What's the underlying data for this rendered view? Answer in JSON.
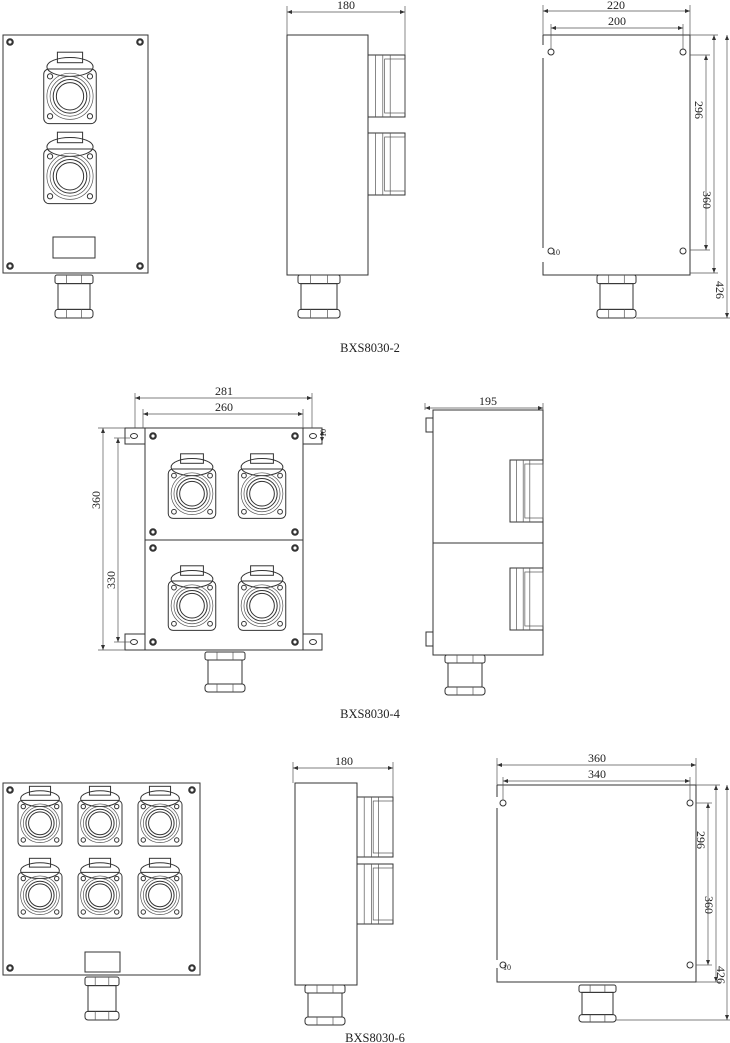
{
  "drawings": [
    {
      "title": "BXS8030-2",
      "dims": {
        "side_depth": "180",
        "back_width": "220",
        "back_hole_span": "200",
        "back_hole_pitch": "296",
        "back_height": "360",
        "overall_height": "426",
        "slot": "10"
      }
    },
    {
      "title": "BXS8030-4",
      "dims": {
        "overall_width": "281",
        "box_width": "260",
        "overall_height": "360",
        "hole_pitch": "330",
        "slot": "10",
        "side_depth": "195"
      }
    },
    {
      "title": "BXS8030-6",
      "dims": {
        "side_depth": "180",
        "back_width": "360",
        "back_hole_span": "340",
        "back_hole_pitch": "296",
        "back_height": "360",
        "overall_height": "426",
        "slot": "10"
      }
    }
  ],
  "colors": {
    "line": "#333333",
    "background": "#ffffff"
  }
}
